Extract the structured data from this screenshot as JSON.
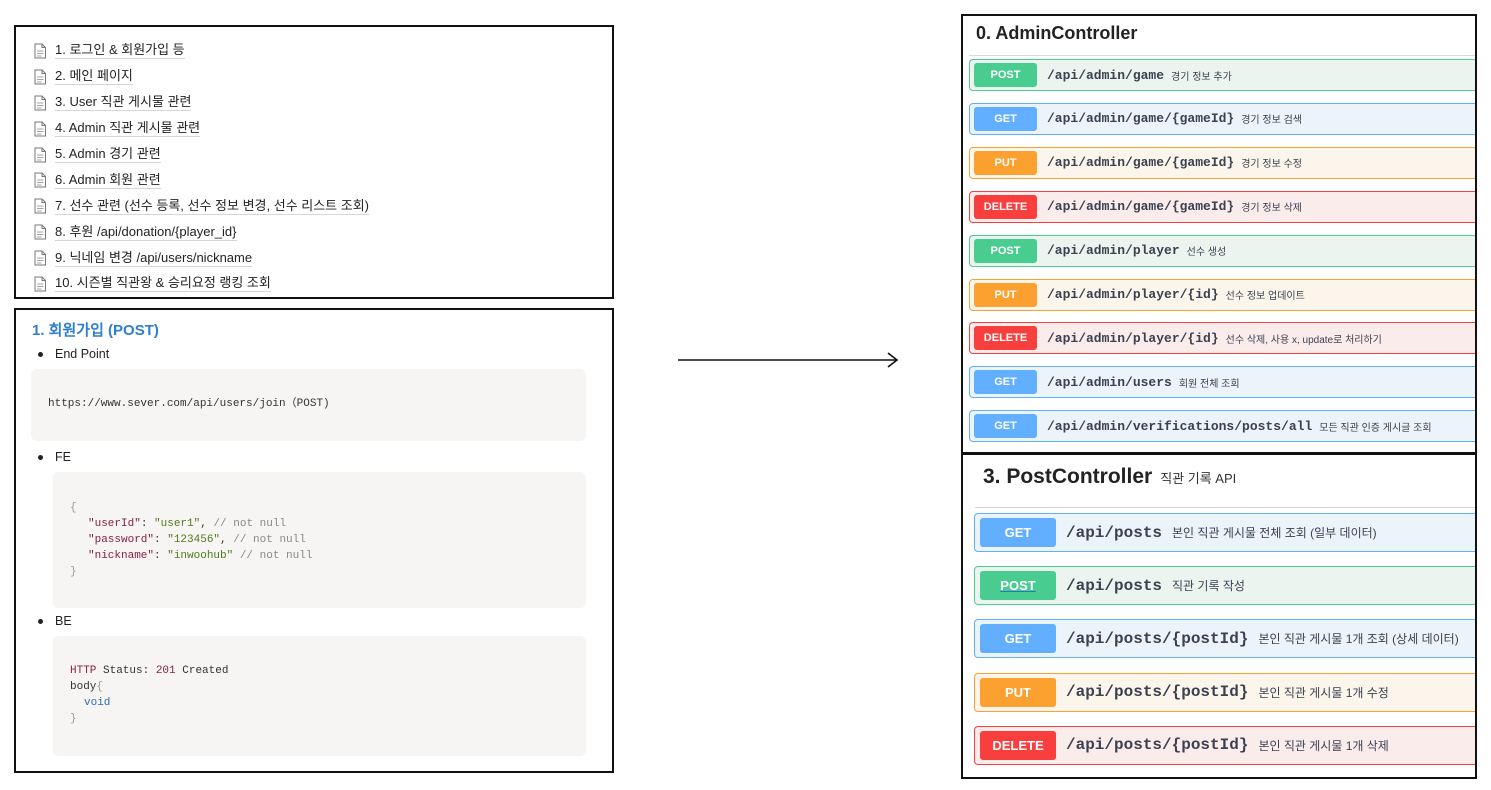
{
  "toc": {
    "items": [
      "1. 로그인 & 회원가입 등",
      "2. 메인 페이지",
      "3. User 직관 게시물 관련",
      "4. Admin 직관 게시물 관련",
      "5. Admin 경기 관련",
      "6. Admin 회원 관련",
      "7. 선수 관련 (선수 등록, 선수 정보 변경, 선수 리스트 조회)",
      "8. 후원 /api/donation/{player_id}",
      "9. 닉네임 변경 /api/users/nickname",
      "10. 시즌별 직관왕 & 승리요정 랭킹 조회"
    ]
  },
  "doc": {
    "title": "1. 회원가입 (POST)",
    "bullets": {
      "endpoint": "End Point",
      "fe": "FE",
      "be": "BE"
    },
    "endpoint_code": "https://www.sever.com/api/users/join（POST)",
    "fe_code": {
      "open": "{",
      "close": "}",
      "lines": [
        {
          "key": "\"userId\"",
          "sep": ": ",
          "val": "\"user1\"",
          "comma": ",",
          "comment": " // not null"
        },
        {
          "key": "\"password\"",
          "sep": ": ",
          "val": "\"123456\"",
          "comma": ",",
          "comment": " // not null"
        },
        {
          "key": "\"nickname\"",
          "sep": ": ",
          "val": "\"inwoohub\"",
          "comma": "",
          "comment": " // not null"
        }
      ]
    },
    "be_code": {
      "http": "HTTP",
      "status_label": " Status: ",
      "status_code": "201",
      "status_text": " Created",
      "body": "body",
      "open": "{",
      "void": "void",
      "close": "}"
    }
  },
  "admin": {
    "title": "0. AdminController",
    "operations": [
      {
        "method": "POST",
        "kind": "post",
        "path": "/api/admin/game",
        "desc": "경기 정보 추가"
      },
      {
        "method": "GET",
        "kind": "get",
        "path": "/api/admin/game/{gameId}",
        "desc": "경기 정보 검색"
      },
      {
        "method": "PUT",
        "kind": "put",
        "path": "/api/admin/game/{gameId}",
        "desc": "경기 정보 수정"
      },
      {
        "method": "DELETE",
        "kind": "delete",
        "path": "/api/admin/game/{gameId}",
        "desc": "경기 정보 삭제"
      },
      {
        "method": "POST",
        "kind": "post",
        "path": "/api/admin/player",
        "desc": "선수 생성"
      },
      {
        "method": "PUT",
        "kind": "put",
        "path": "/api/admin/player/{id}",
        "desc": "선수 정보 업데이트"
      },
      {
        "method": "DELETE",
        "kind": "delete",
        "path": "/api/admin/player/{id}",
        "desc": "선수 삭제, 사용 x, update로 처리하기"
      },
      {
        "method": "GET",
        "kind": "get",
        "path": "/api/admin/users",
        "desc": "회원 전체 조회"
      },
      {
        "method": "GET",
        "kind": "get",
        "path": "/api/admin/verifications/posts/all",
        "desc": "모든 직관 인증 게시글 조회"
      }
    ]
  },
  "post": {
    "title": "3. PostController",
    "subtitle": "직관 기록 API",
    "operations": [
      {
        "method": "GET",
        "kind": "get",
        "path": "/api/posts",
        "desc": "본인 직관 게시물 전체 조회 (일부 데이터)"
      },
      {
        "method": "POST",
        "kind": "post",
        "path": "/api/posts",
        "desc": "직관 기록 작성"
      },
      {
        "method": "GET",
        "kind": "get",
        "path": "/api/posts/{postId}",
        "desc": "본인 직관 게시물 1개 조회 (상세 데이터)"
      },
      {
        "method": "PUT",
        "kind": "put",
        "path": "/api/posts/{postId}",
        "desc": "본인 직관 게시물 1개 수정"
      },
      {
        "method": "DELETE",
        "kind": "delete",
        "path": "/api/posts/{postId}",
        "desc": "본인 직관 게시물 1개 삭제"
      }
    ]
  }
}
